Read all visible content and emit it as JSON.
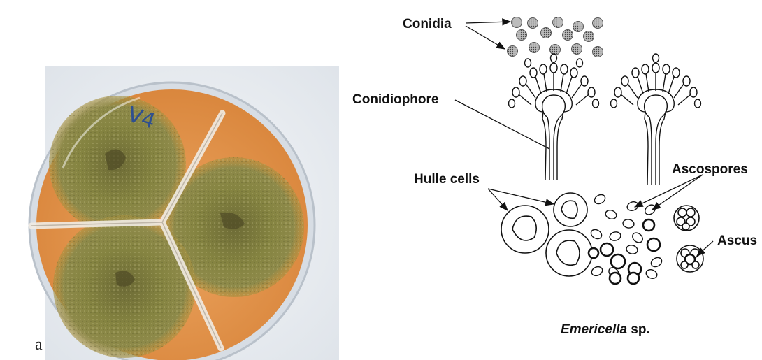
{
  "panel_letter": "a",
  "plate_marking": "V4",
  "labels": {
    "conidia": "Conidia",
    "conidiophore": "Conidiophore",
    "hulle_cells": "Hulle cells",
    "ascospores": "Ascospores",
    "ascus": "Ascus"
  },
  "caption": {
    "genus": "Emericella",
    "suffix": " sp."
  },
  "colors": {
    "agar": "#e49a4c",
    "colony": "#7d7d3c",
    "colony_dark": "#4f4a25",
    "ink": "#111111",
    "conidia_fill": "#9a9a9a"
  }
}
